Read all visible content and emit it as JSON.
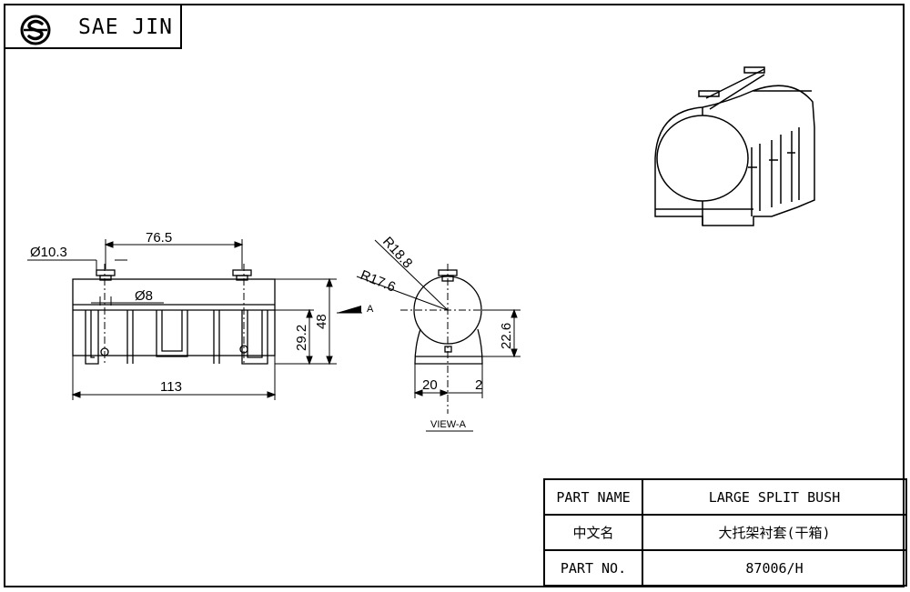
{
  "header": {
    "company": "SAE JIN",
    "logo_icon": "sj-circle-logo-icon"
  },
  "dimensions": {
    "diameter_outer": "Ø10.3",
    "pitch": "76.5",
    "diameter_inner": "Ø8",
    "overall_length": "113",
    "height": "48",
    "slot_height": "29.2",
    "radius_outer": "R18.8",
    "radius_inner": "R17.6",
    "center_height": "22.6",
    "base_half_width": "20",
    "offset": "2",
    "view_marker": "A",
    "view_label": "VIEW-A"
  },
  "title_block": {
    "rows": [
      {
        "label": "PART NAME",
        "value": "LARGE SPLIT BUSH"
      },
      {
        "label": "中文名",
        "value": "大托架衬套(干箱)"
      },
      {
        "label": "PART NO.",
        "value": "87006/H"
      }
    ]
  }
}
